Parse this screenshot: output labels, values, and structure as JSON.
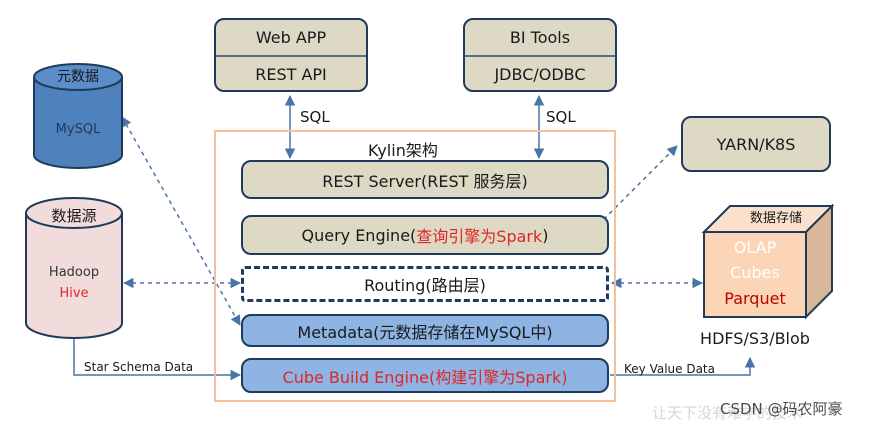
{
  "clients": {
    "web_app": {
      "title": "Web APP",
      "subtitle": "REST API"
    },
    "bi_tools": {
      "title": "BI Tools",
      "subtitle": "JDBC/ODBC"
    }
  },
  "edges": {
    "sql_left": "SQL",
    "sql_right": "SQL",
    "star_schema": "Star Schema Data",
    "key_value": "Key Value Data"
  },
  "kylin": {
    "title": "Kylin架构",
    "layers": [
      {
        "label": "REST Server(REST 服务层)"
      },
      {
        "label_prefix": "Query Engine(",
        "label_highlight": "查询引擎为Spark",
        "label_suffix": ")"
      },
      {
        "label": "Routing(路由层)"
      },
      {
        "label": "Metadata(元数据存储在MySQL中)"
      },
      {
        "label": "Cube Build Engine(构建引擎为Spark)"
      }
    ]
  },
  "metadata_db": {
    "top": "元数据",
    "body": "MySQL"
  },
  "data_source": {
    "top": "数据源",
    "line1": "Hadoop",
    "line2": "Hive"
  },
  "yarn": {
    "label": "YARN/K8S"
  },
  "storage": {
    "top": "数据存储",
    "line1": "OLAP",
    "line2": "Cubes",
    "line3": "Parquet",
    "caption": "HDFS/S3/Blob"
  },
  "watermark": {
    "faint": "让天下没有难学的技术",
    "csdn": "CSDN @码农阿豪"
  },
  "colors": {
    "beige": "#ddd9c4",
    "blue_box": "#8db4e2",
    "mysql_cylinder": "#4f81bd",
    "hive_cylinder": "#f2dcdb",
    "storage_cube": "#fbd5b5",
    "frame": "#f6c19a",
    "highlight_red": "#e0262a",
    "outline": "#1f3b5c",
    "arrow": "#4a74a8"
  }
}
